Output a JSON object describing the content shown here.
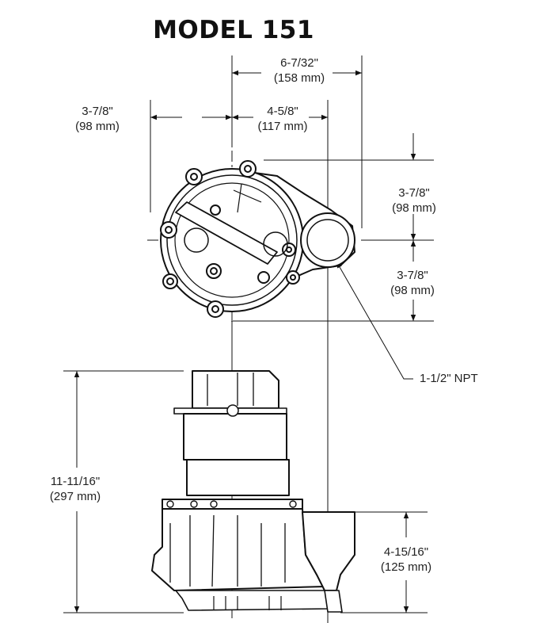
{
  "title": "MODEL 151",
  "dimensions": {
    "top_width": {
      "imperial": "6-7/32\"",
      "metric": "(158 mm)"
    },
    "left_offset": {
      "imperial": "3-7/8\"",
      "metric": "(98 mm)"
    },
    "center_to_discharge": {
      "imperial": "4-5/8\"",
      "metric": "(117 mm)"
    },
    "upper_depth": {
      "imperial": "3-7/8\"",
      "metric": "(98 mm)"
    },
    "lower_depth": {
      "imperial": "3-7/8\"",
      "metric": "(98 mm)"
    },
    "overall_height": {
      "imperial": "11-11/16\"",
      "metric": "(297 mm)"
    },
    "base_height": {
      "imperial": "4-15/16\"",
      "metric": "(125 mm)"
    },
    "discharge_label": "1-1/2\" NPT"
  }
}
